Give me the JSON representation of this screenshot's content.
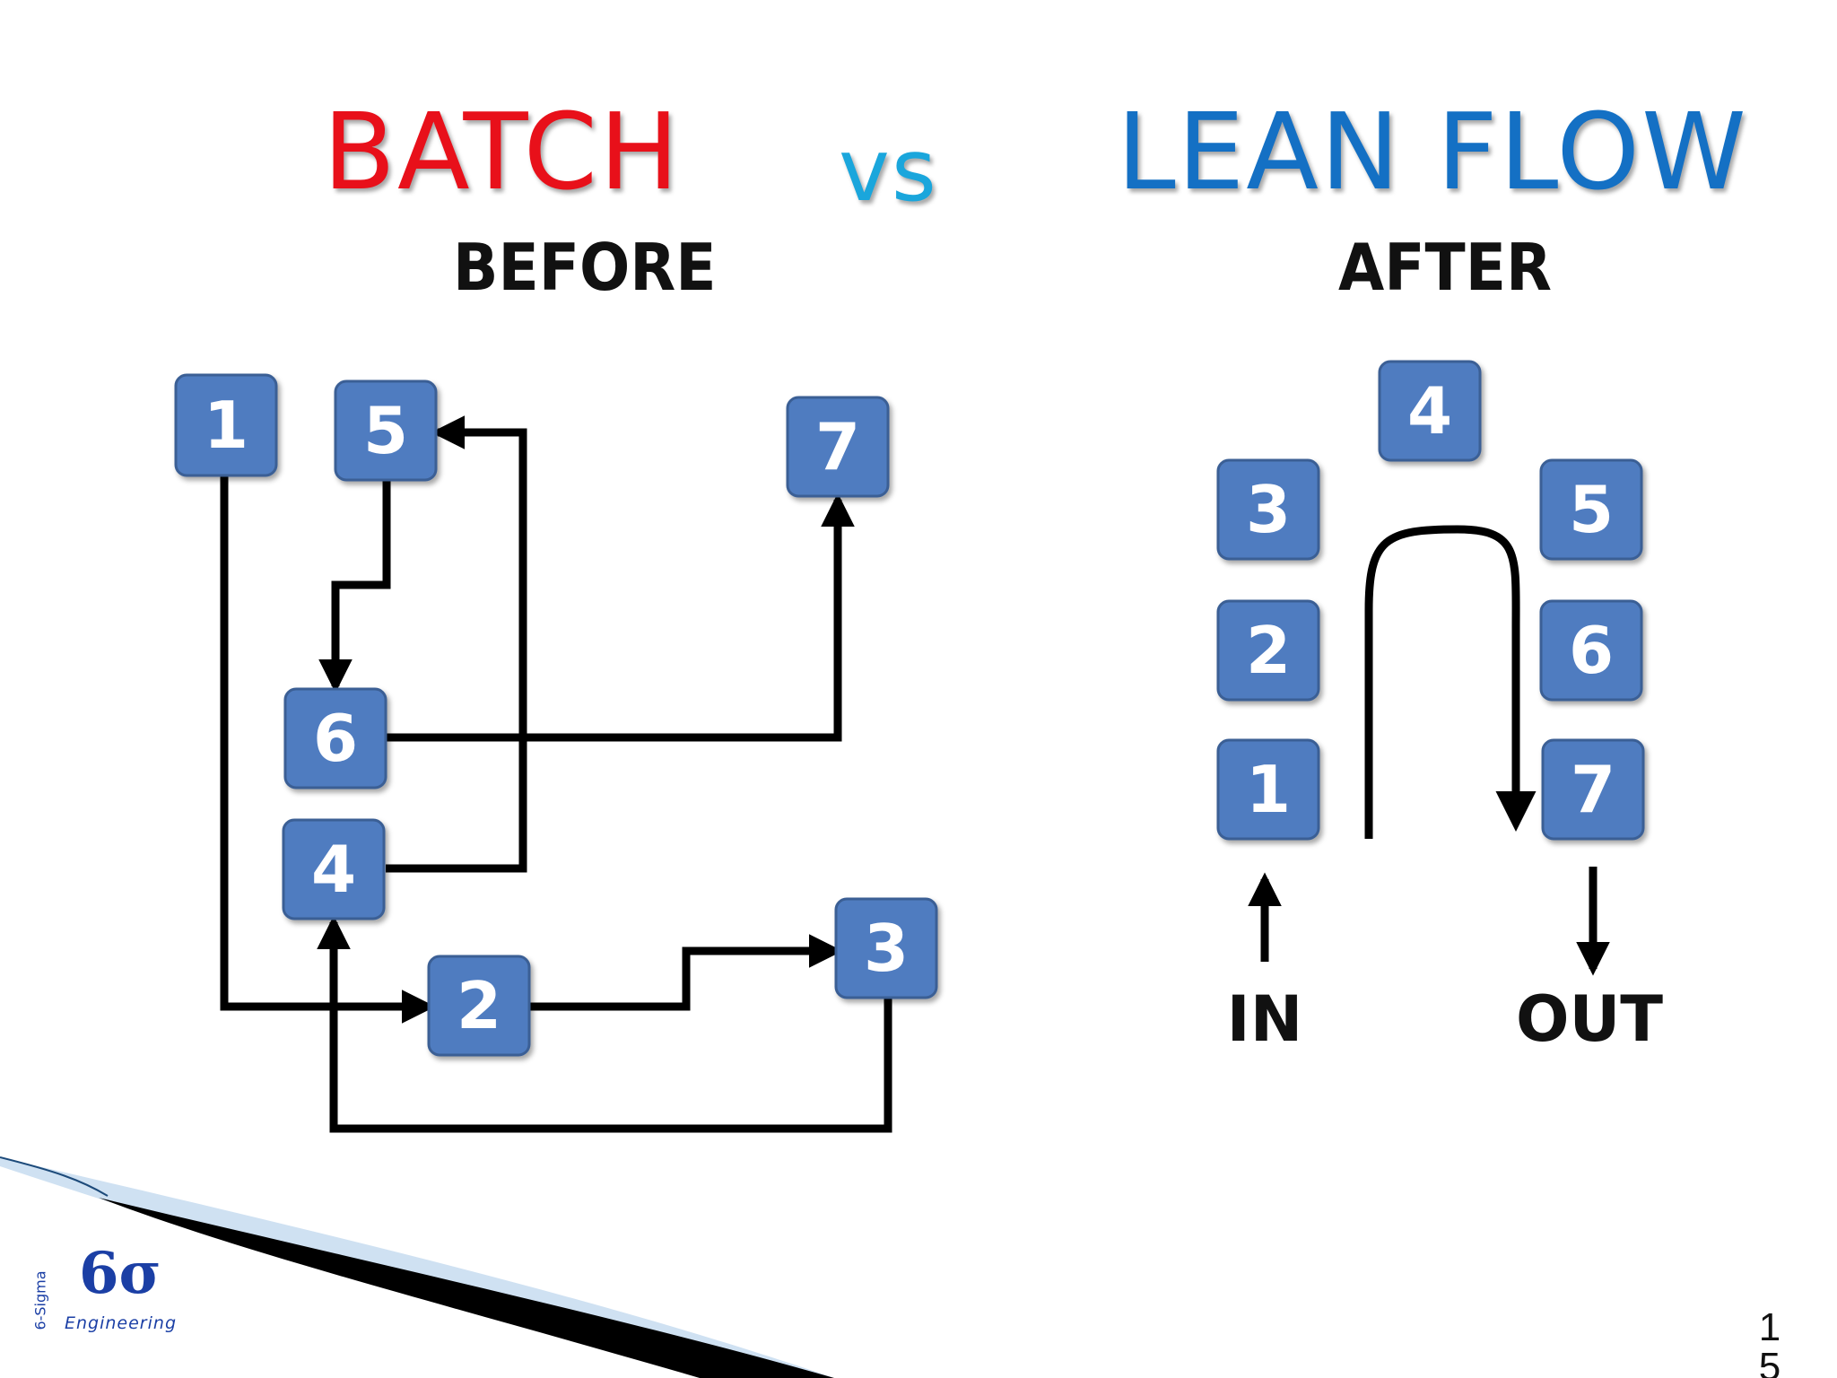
{
  "slide": {
    "title_batch": "BATCH",
    "title_vs": "vs",
    "title_lean": "LEAN FLOW",
    "subtitle_before": "BEFORE",
    "subtitle_after": "AFTER",
    "page_number": "15"
  },
  "before": {
    "boxes": [
      {
        "id": "b1",
        "label": "1"
      },
      {
        "id": "b5",
        "label": "5"
      },
      {
        "id": "b7",
        "label": "7"
      },
      {
        "id": "b6",
        "label": "6"
      },
      {
        "id": "b4",
        "label": "4"
      },
      {
        "id": "b2",
        "label": "2"
      },
      {
        "id": "b3",
        "label": "3"
      }
    ],
    "edges": [
      {
        "from": "1",
        "to": "2"
      },
      {
        "from": "2",
        "to": "3"
      },
      {
        "from": "3",
        "to": "4"
      },
      {
        "from": "4",
        "to": "5"
      },
      {
        "from": "5",
        "to": "6"
      },
      {
        "from": "6",
        "to": "7"
      }
    ]
  },
  "after": {
    "boxes": [
      {
        "id": "a4",
        "label": "4"
      },
      {
        "id": "a3",
        "label": "3"
      },
      {
        "id": "a5",
        "label": "5"
      },
      {
        "id": "a2",
        "label": "2"
      },
      {
        "id": "a6",
        "label": "6"
      },
      {
        "id": "a1",
        "label": "1"
      },
      {
        "id": "a7",
        "label": "7"
      }
    ],
    "in_label": "IN",
    "out_label": "OUT"
  },
  "logo": {
    "symbol": "6σ",
    "text": "Engineering",
    "vertical_text": "6-Sigma"
  },
  "colors": {
    "batch": "#e8101a",
    "vs": "#1aa6dc",
    "lean": "#1470c4",
    "box_fill": "#4f7cc0"
  }
}
